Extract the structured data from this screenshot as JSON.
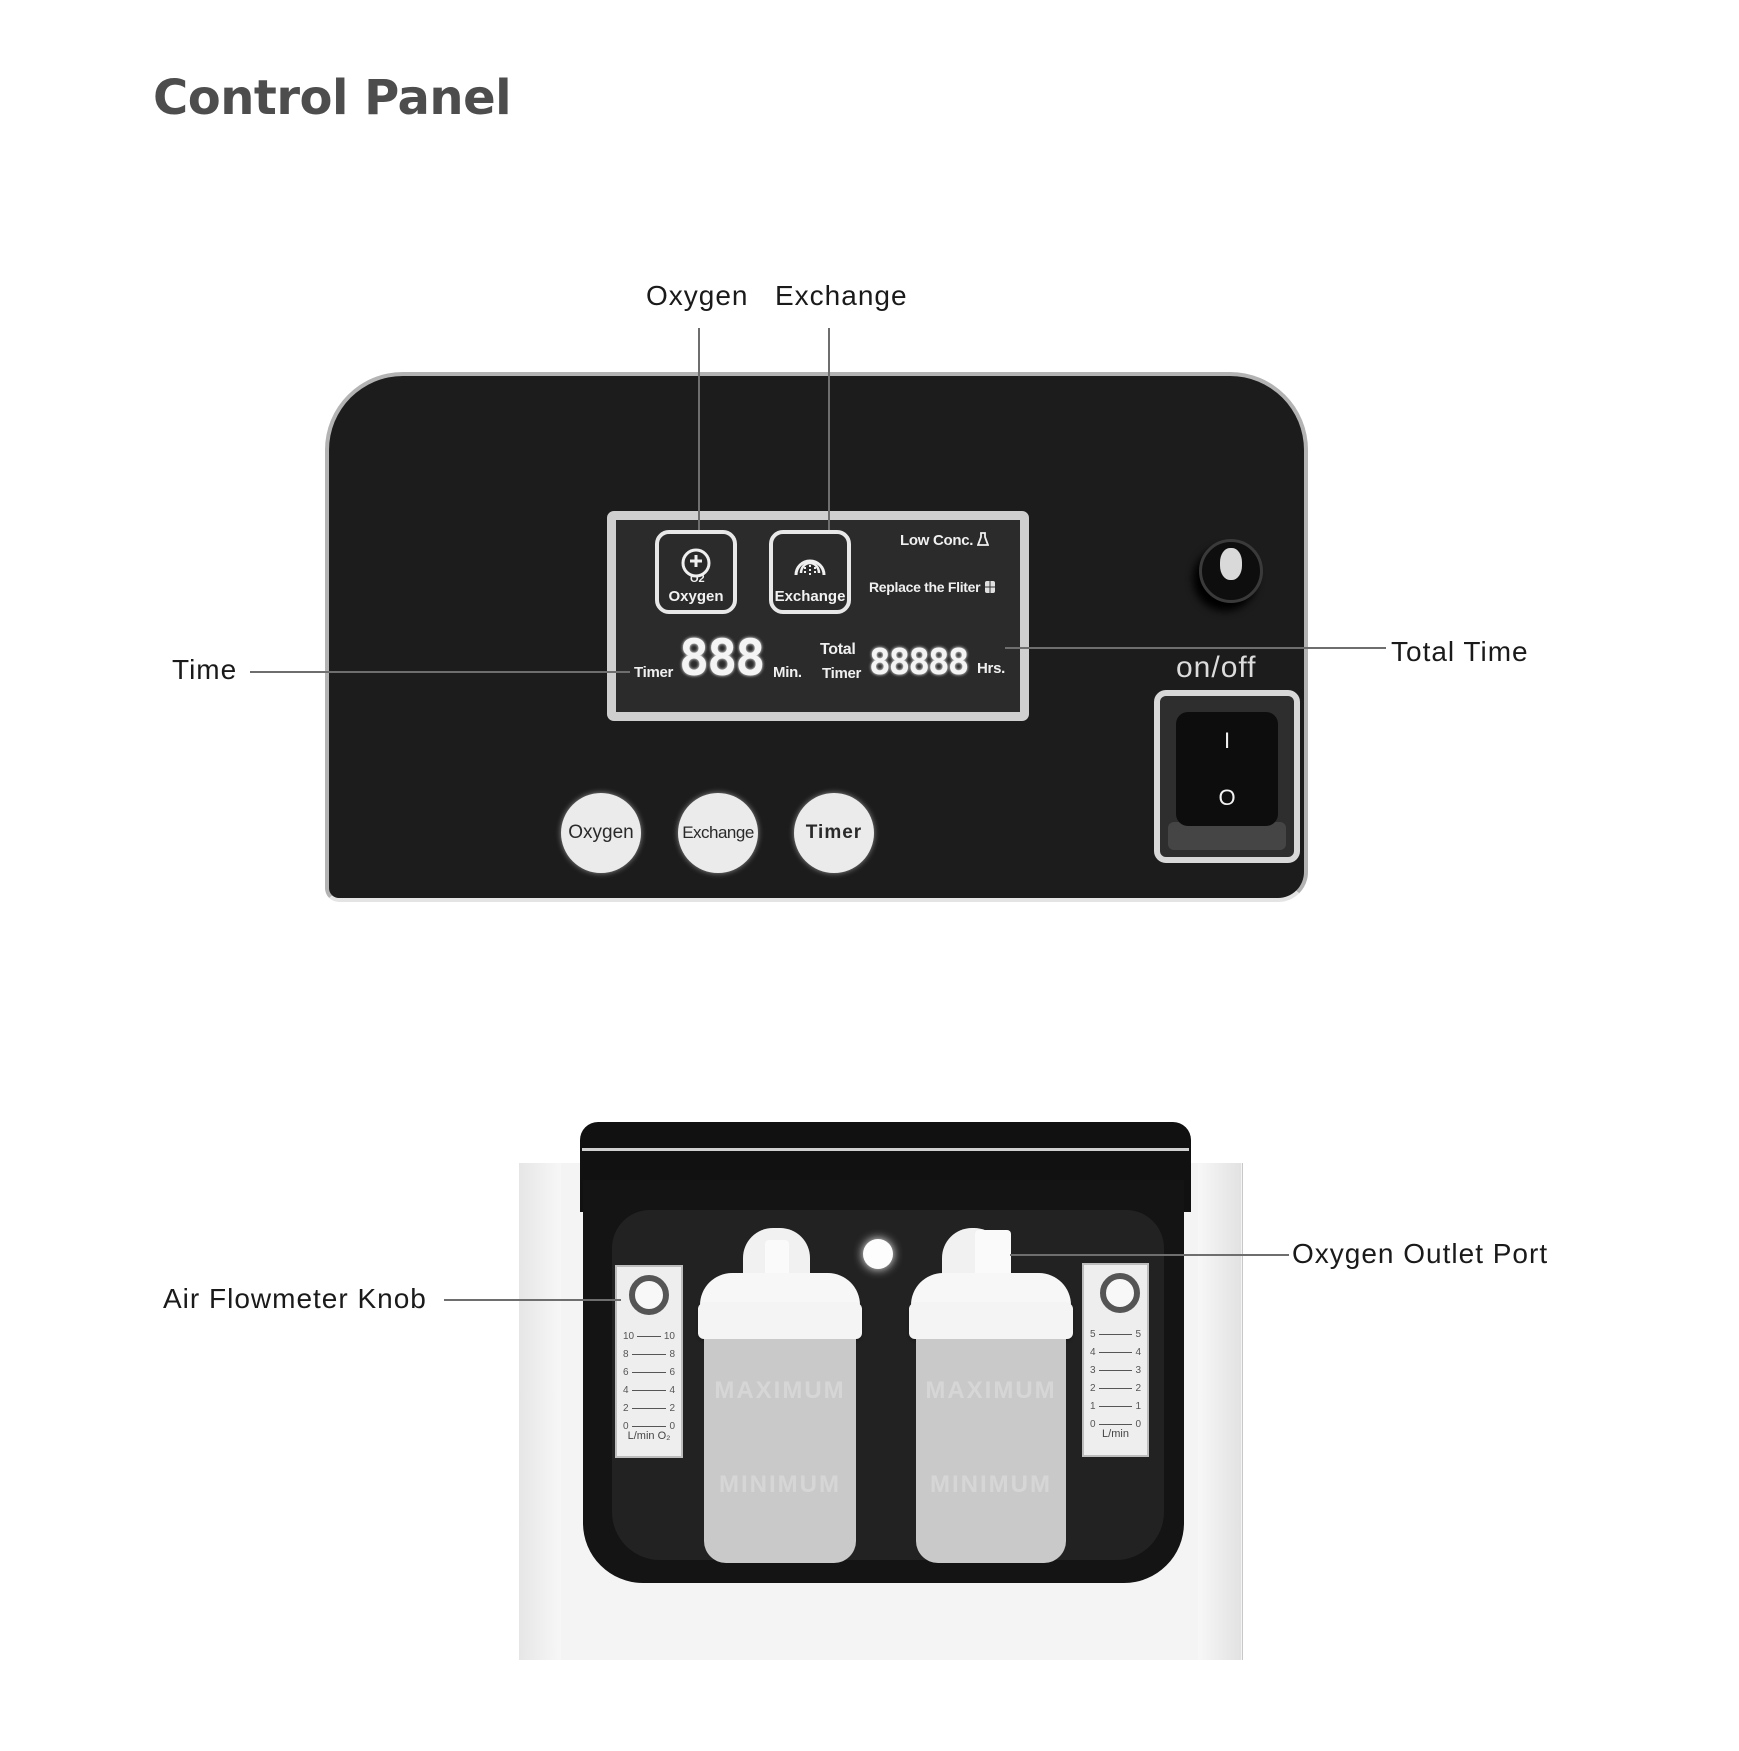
{
  "title": "Control Panel",
  "callouts": {
    "oxygen": "Oxygen",
    "exchange": "Exchange",
    "time": "Time",
    "total_time": "Total Time",
    "air_flowmeter_knob": "Air Flowmeter Knob",
    "oxygen_outlet_port": "Oxygen Outlet Port"
  },
  "lcd": {
    "oxygen_icon": "oxygen-o2-icon",
    "oxygen_label": "Oxygen",
    "exchange_icon": "exchange-fountain-icon",
    "exchange_label": "Exchange",
    "low_conc": "Low Conc.",
    "low_conc_icon": "flask-icon",
    "replace_filter": "Replace the Fliter",
    "replace_filter_icon": "filter-icon",
    "timer_label": "Timer",
    "timer_digits": "888",
    "timer_unit": "Min.",
    "total_label_1": "Total",
    "total_label_2": "Timer",
    "total_digits": "88888",
    "total_unit": "Hrs."
  },
  "buttons": {
    "oxygen": "Oxygen",
    "exchange": "Exchange",
    "timer": "Timer"
  },
  "power": {
    "label": "on/off",
    "on_symbol": "I",
    "off_symbol": "O"
  },
  "flowmeters": {
    "left": {
      "scale": [
        "10",
        "8",
        "6",
        "4",
        "2",
        "0"
      ],
      "unit": "L/min O₂"
    },
    "right": {
      "scale": [
        "5",
        "4",
        "3",
        "2",
        "1",
        "0"
      ],
      "unit": "L/min"
    }
  },
  "bottles": {
    "mark_max": "MAXIMUM",
    "mark_min": "MINIMUM"
  }
}
